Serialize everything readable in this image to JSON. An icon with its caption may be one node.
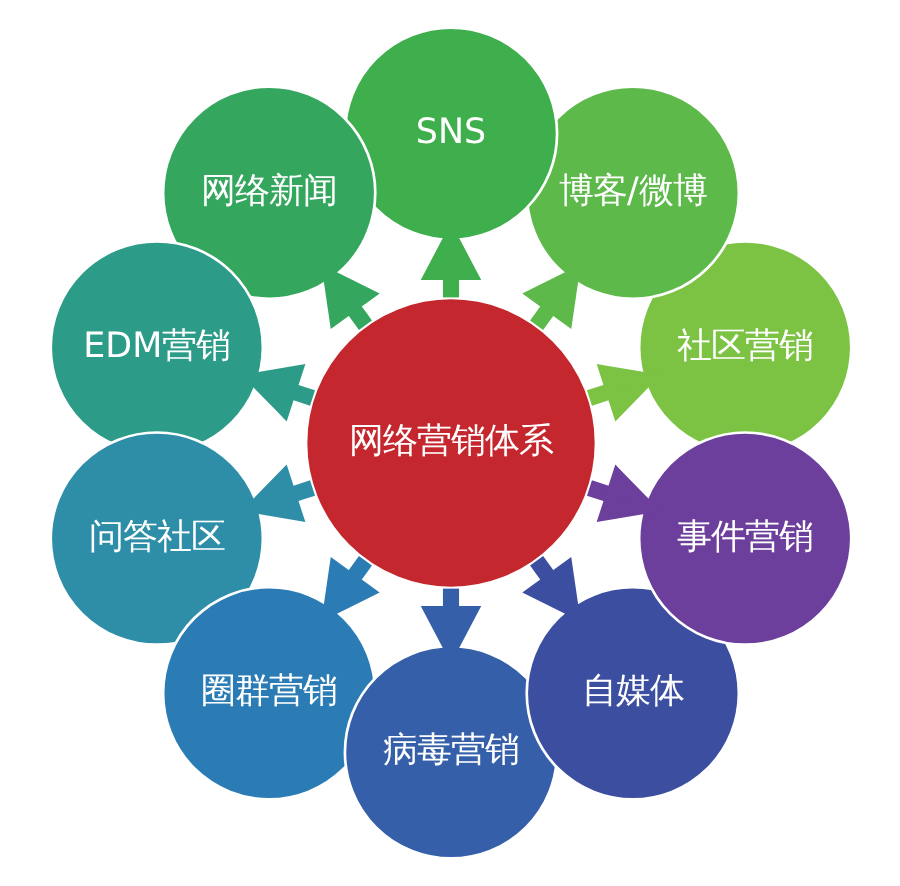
{
  "diagram": {
    "nodes": [
      {
        "text": [
          "网络营销体系"
        ]
      },
      {
        "text": [
          "社区营销"
        ]
      },
      {
        "text": [
          "博客/微博"
        ]
      },
      {
        "text": [
          "SNS"
        ]
      },
      {
        "text": [
          "网络新闻"
        ]
      },
      {
        "text": [
          "EDM营销"
        ]
      },
      {
        "text": [
          "问答社区"
        ]
      },
      {
        "text": [
          "圈群营销"
        ]
      },
      {
        "text": [
          "病毒营销"
        ]
      },
      {
        "text": [
          "自媒体"
        ]
      },
      {
        "text": [
          "事件营销"
        ]
      }
    ],
    "edges": [
      {
        "from": 0,
        "to": 1,
        "arrow": "to",
        "color": "#7cc243"
      },
      {
        "from": 0,
        "to": 2,
        "arrow": "to",
        "color": "#5db94a"
      },
      {
        "from": 0,
        "to": 3,
        "arrow": "to",
        "color": "#3fae4c"
      },
      {
        "from": 0,
        "to": 4,
        "arrow": "to",
        "color": "#35a65e"
      },
      {
        "from": 0,
        "to": 5,
        "arrow": "to",
        "color": "#2c9c88"
      },
      {
        "from": 0,
        "to": 6,
        "arrow": "to",
        "color": "#2e8ea8"
      },
      {
        "from": 0,
        "to": 7,
        "arrow": "to",
        "color": "#2b7cb4"
      },
      {
        "from": 0,
        "to": 8,
        "arrow": "to",
        "color": "#355fa8"
      },
      {
        "from": 0,
        "to": 9,
        "arrow": "to",
        "color": "#3c4e9f"
      },
      {
        "from": 0,
        "to": 10,
        "arrow": "to",
        "color": "#6b3f9b"
      }
    ]
  }
}
